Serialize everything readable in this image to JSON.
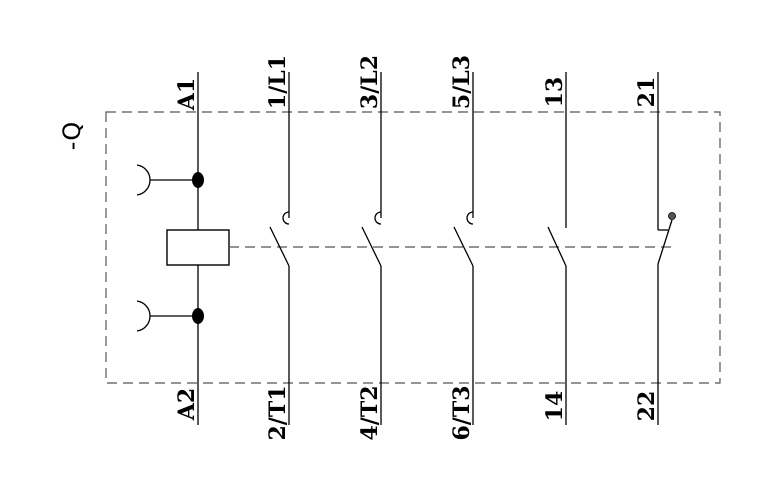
{
  "device": {
    "designation": "-Q",
    "coil": {
      "top_terminal": "A1",
      "bottom_terminal": "A2"
    },
    "main_contacts": [
      {
        "top": "1/L1",
        "bottom": "2/T1"
      },
      {
        "top": "3/L2",
        "bottom": "4/T2"
      },
      {
        "top": "5/L3",
        "bottom": "6/T3"
      }
    ],
    "aux_contacts": [
      {
        "top": "13",
        "bottom": "14",
        "kind": "normally-open"
      },
      {
        "top": "21",
        "bottom": "22",
        "kind": "normally-closed"
      }
    ]
  }
}
